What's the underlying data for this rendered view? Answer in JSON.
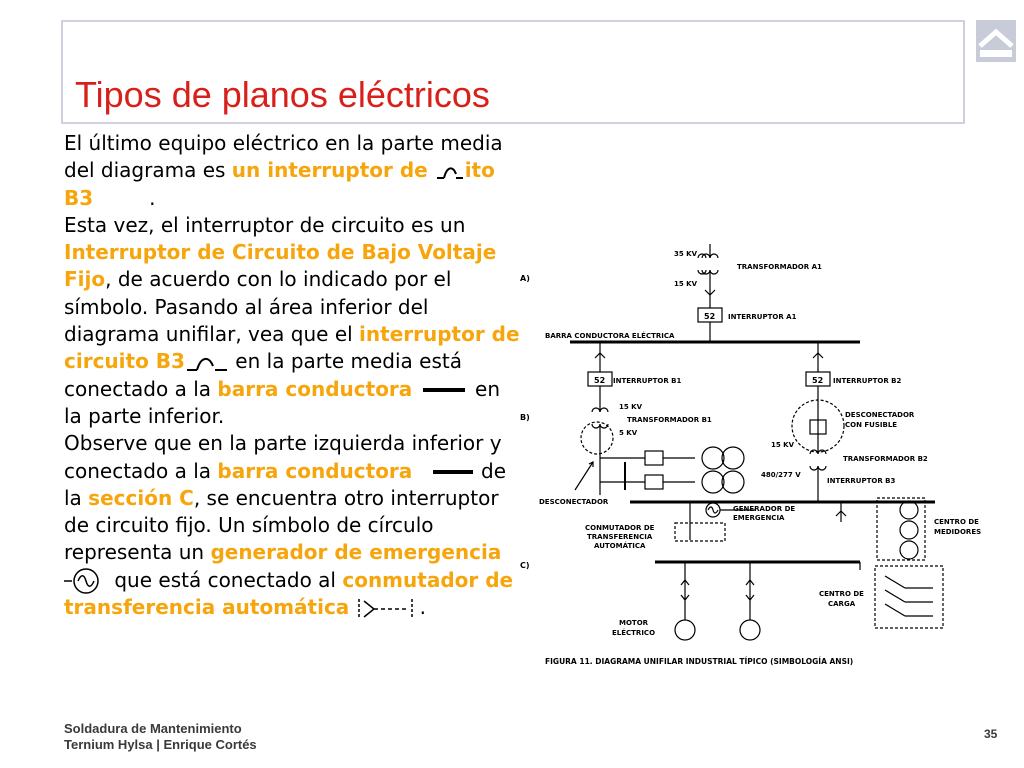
{
  "title": "Tipos de planos eléctricos",
  "body": {
    "p1_a": "El último equipo eléctrico en la parte media del diagrama es ",
    "p1_hl1": "un interruptor de ",
    "p1_hl2": "ito B3",
    "p1_end": ".",
    "p2_a": "Esta vez, el interruptor de circuito es un ",
    "p2_hl1": "Interruptor de Circuito de Bajo Voltaje Fijo",
    "p2_b": ", de acuerdo con lo indicado por el símbolo. Pasando al área inferior del diagrama unifilar, vea que el ",
    "p2_hl2": "interruptor de circuito B3",
    "p2_c": " en la parte media está conectado a la ",
    "p2_hl3": "barra conductora",
    "p2_d": " en la parte inferior.",
    "p3_a": "Observe que en la parte izquierda inferior y conectado a la ",
    "p3_hl1": "barra conductora",
    "p3_b": " de la ",
    "p3_hl2": "sección C",
    "p3_c": ", se encuentra otro interruptor de circuito fijo. Un símbolo de círculo representa un ",
    "p3_hl3": "generador de emergencia",
    "p3_d": " que está conectado al ",
    "p3_hl4": "conmutador de transferencia automática",
    "p3_end": "."
  },
  "diagram": {
    "section_a": "A)",
    "section_b": "B)",
    "section_c": "C)",
    "kv35": "35 KV",
    "kv15_top": "15 KV",
    "transformador_a1": "TRANSFORMADOR A1",
    "interruptor_a1": "INTERRUPTOR A1",
    "box52": "52",
    "barra_conductora": "BARRA CONDUCTORA ELÉCTRICA",
    "interruptor_b1": "INTERRUPTOR B1",
    "interruptor_b2": "INTERRUPTOR B2",
    "kv15_b1": "15 KV",
    "transformador_b1": "TRANSFORMADOR B1",
    "kv5": "5 KV",
    "desconectador_fusible_1": "DESCONECTADOR",
    "desconectador_fusible_2": "CON FUSIBLE",
    "kv15_b2": "15 KV",
    "transformador_b2": "TRANSFORMADOR B2",
    "v480": "480/277 V",
    "interruptor_b3": "INTERRUPTOR B3",
    "desconectador": "DESCONECTADOR",
    "generador_1": "GENERADOR DE",
    "generador_2": "EMERGENCIA",
    "conmutador_1": "CONMUTADOR DE",
    "conmutador_2": "TRANSFERENCIA",
    "conmutador_3": "AUTOMÁTICA",
    "centro_medidores_1": "CENTRO DE",
    "centro_medidores_2": "MEDIDORES",
    "centro_carga_1": "CENTRO DE",
    "centro_carga_2": "CARGA",
    "motor_1": "MOTOR",
    "motor_2": "ELÉCTRICO",
    "caption": "FIGURA 11. DIAGRAMA UNIFILAR INDUSTRIAL TÍPICO (SIMBOLOGÍA ANSI)"
  },
  "footer": {
    "line1": "Soldadura de Mantenimiento",
    "line2": "Ternium Hylsa | Enrique Cortés",
    "page": "35"
  },
  "colors": {
    "title": "#d8201a",
    "highlight": "#f6a50c",
    "frame": "#cfd2de"
  }
}
